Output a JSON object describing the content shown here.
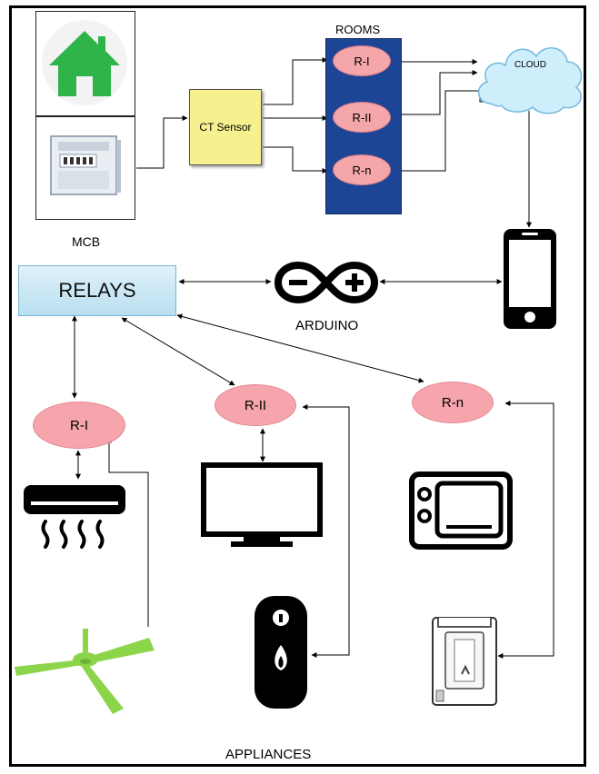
{
  "rooms": {
    "title": "ROOMS",
    "items": [
      "R-I",
      "R-II",
      "R-n"
    ]
  },
  "cloud": {
    "label": "CLOUD"
  },
  "ct_sensor": {
    "label": "CT Sensor"
  },
  "mcb": {
    "label": "MCB",
    "icons": [
      "home-icon",
      "mcb-panel-icon"
    ]
  },
  "relays": {
    "label": "RELAYS"
  },
  "arduino": {
    "label": "ARDUINO"
  },
  "relay_nodes": [
    "R-I",
    "R-II",
    "R-n"
  ],
  "appliances": {
    "label": "APPLIANCES",
    "icons": [
      "air-conditioner-icon",
      "ceiling-fan-icon",
      "television-icon",
      "water-heater-icon",
      "microwave-icon",
      "water-purifier-icon"
    ]
  },
  "colors": {
    "rooms_panel": "#1d4596",
    "oval_fill": "#f4a6ab",
    "ct_fill": "#f6f08f",
    "relays_fill": "#c8e6f4",
    "cloud_fill": "#cfeefc",
    "home_green": "#2fb44a",
    "fan_green": "#8cd44a",
    "arduino_teal": "#00979c"
  }
}
